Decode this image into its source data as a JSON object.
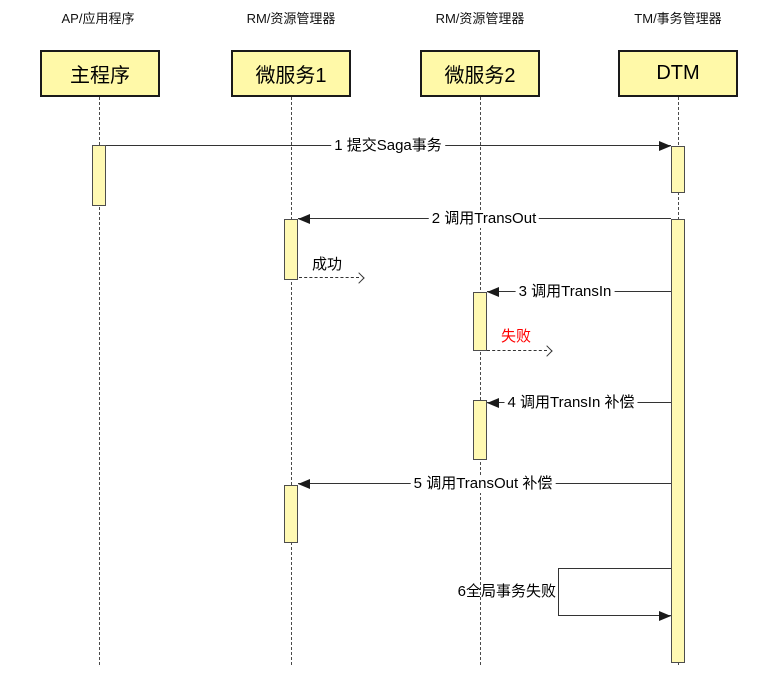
{
  "diagram": {
    "type": "uml-sequence",
    "topic": "DTM Saga distributed transaction failure flow"
  },
  "colors": {
    "background": "#FFFFFF",
    "actor_box_fill": "#FFF9A8",
    "actor_box_border": "#1A1A1A",
    "activation_fill": "#FFF9B3",
    "activation_border": "#4D4D4D",
    "line": "#333333",
    "fail_label": "#FF0000",
    "text": "#000000"
  },
  "actors": [
    {
      "role": "AP/应用程序",
      "name": "主程序"
    },
    {
      "role": "RM/资源管理器",
      "name": "微服务1"
    },
    {
      "role": "RM/资源管理器",
      "name": "微服务2"
    },
    {
      "role": "TM/事务管理器",
      "name": "DTM"
    }
  ],
  "messages": {
    "m1": {
      "label": "1 提交Saga事务",
      "from": "主程序",
      "to": "DTM",
      "style": "solid-arrow"
    },
    "m2": {
      "label": "2 调用TransOut",
      "from": "DTM",
      "to": "微服务1",
      "style": "solid-arrow"
    },
    "r_success": {
      "label": "成功",
      "from": "微服务1",
      "style": "dashed-return"
    },
    "m3": {
      "label": "3 调用TransIn",
      "from": "DTM",
      "to": "微服务2",
      "style": "solid-arrow"
    },
    "r_fail": {
      "label": "失败",
      "from": "微服务2",
      "style": "dashed-return",
      "color": "#FF0000"
    },
    "m4": {
      "label": "4 调用TransIn 补偿",
      "from": "DTM",
      "to": "微服务2",
      "style": "solid-arrow"
    },
    "m5": {
      "label": "5 调用TransOut 补偿",
      "from": "DTM",
      "to": "微服务1",
      "style": "solid-arrow"
    },
    "m6": {
      "label": "6全局事务失败",
      "from": "DTM",
      "to": "DTM",
      "style": "self-message"
    }
  }
}
